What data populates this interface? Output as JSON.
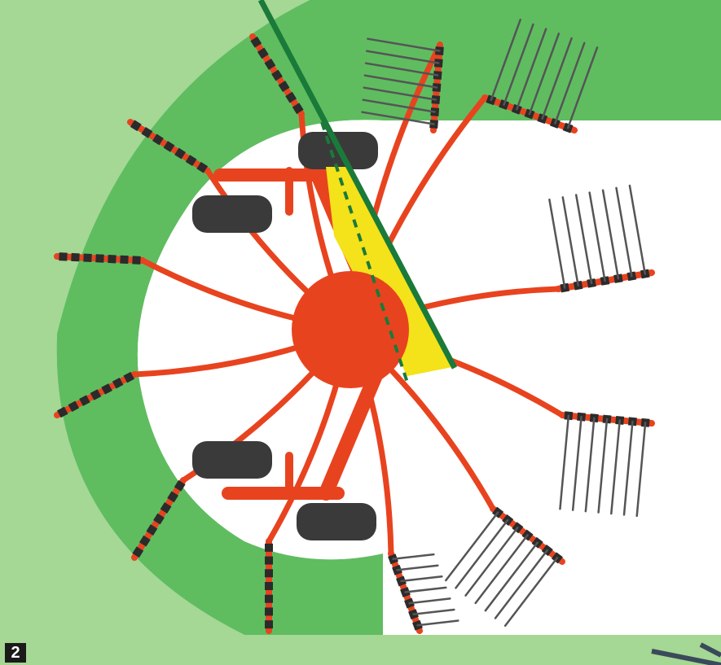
{
  "figure_label": "2",
  "colors": {
    "field_light": "#9fd48f",
    "swath_green": "#5cbb5f",
    "frame_red": "#e8431f",
    "tine_gray": "#555555",
    "tine_tip": "#2b2b2b",
    "wheel": "#3a3a3a",
    "cam_yellow": "#f4e21a",
    "axis_green": "#1a7a3a",
    "ground": "#ffffff"
  },
  "components": {
    "rotor": "rotor-hub",
    "arms": "tine-arm",
    "wheels": "chassis-wheel",
    "cam": "cam-track",
    "axis": "swath-guide-line"
  }
}
